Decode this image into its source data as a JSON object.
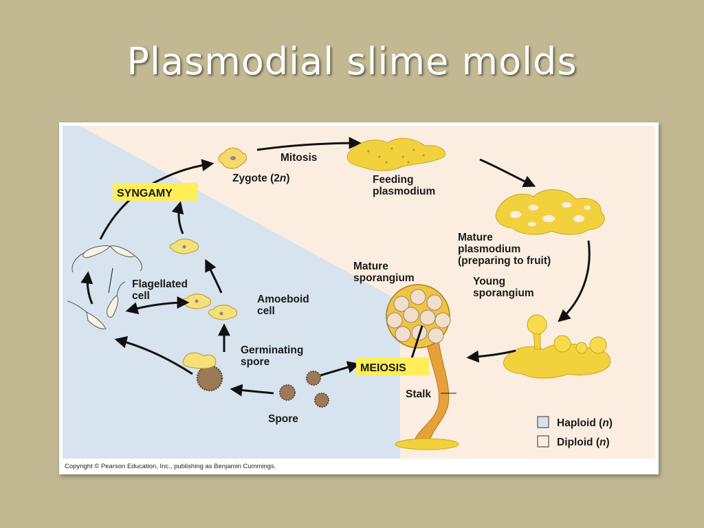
{
  "slide": {
    "title": "Plasmodial slime molds"
  },
  "colors": {
    "slide_bg": "#c2b993",
    "haploid_bg": "#d7e3ee",
    "diploid_bg": "#fbeee1",
    "tag_bg": "#ffee55",
    "plasmodium": "#f2d23c"
  },
  "diagram": {
    "labels": {
      "mitosis": "Mitosis",
      "zygote": "Zygote (2",
      "zygote_n": "n",
      "zygote_close": ")",
      "feeding_1": "Feeding",
      "feeding_2": "plasmodium",
      "mature_plasm_1": "Mature",
      "mature_plasm_2": "plasmodium",
      "mature_plasm_3": "(preparing to fruit)",
      "young_spor_1": "Young",
      "young_spor_2": "sporangium",
      "mature_spor_1": "Mature",
      "mature_spor_2": "sporangium",
      "stalk": "Stalk",
      "spore": "Spore",
      "germ_1": "Germinating",
      "germ_2": "spore",
      "amoeboid_1": "Amoeboid",
      "amoeboid_2": "cell",
      "flag_1": "Flagellated",
      "flag_2": "cell"
    },
    "tags": {
      "syngamy": "SYNGAMY",
      "meiosis": "MEIOSIS"
    },
    "legend": {
      "haploid": "Haploid (",
      "haploid_n": "n",
      "haploid_close": ")",
      "diploid": "Diploid (",
      "diploid_n": "n",
      "diploid_close": ")"
    },
    "copyright": "Copyright © Pearson Education, Inc., publishing as Benjamin Cummings."
  }
}
